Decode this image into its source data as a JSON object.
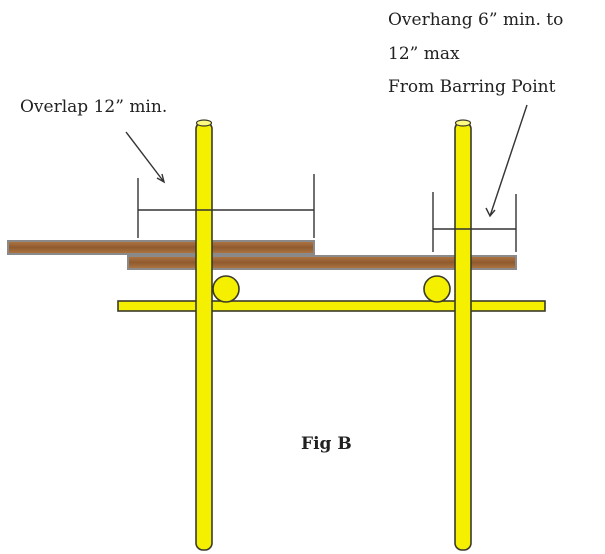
{
  "labels": {
    "overlap": "Overlap 12” min.",
    "overhang_line1": "Overhang 6” min. to",
    "overhang_line2": "12” max",
    "overhang_line3": "From Barring Point",
    "figure": "Fig B"
  },
  "colors": {
    "tube_fill": "#f5f000",
    "tube_stroke": "#3a3a2a",
    "board_fill": "#a0683a",
    "board_stroke": "#8a8a8a",
    "dimension_line": "#333333"
  }
}
